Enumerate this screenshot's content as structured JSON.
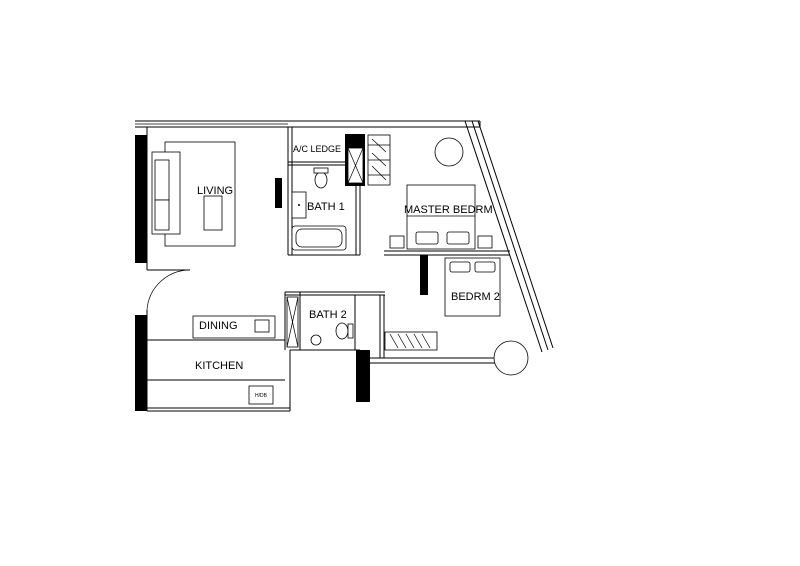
{
  "rooms": {
    "living": "LIVING",
    "ac_ledge": "A/C LEDGE",
    "bath1": "BATH 1",
    "master": "MASTER BEDRM",
    "bedrm2": "BEDRM 2",
    "dining": "DINING",
    "bath2": "BATH 2",
    "kitchen": "KITCHEN"
  },
  "appliances": {
    "kitchen_appliance": "H/DB"
  }
}
